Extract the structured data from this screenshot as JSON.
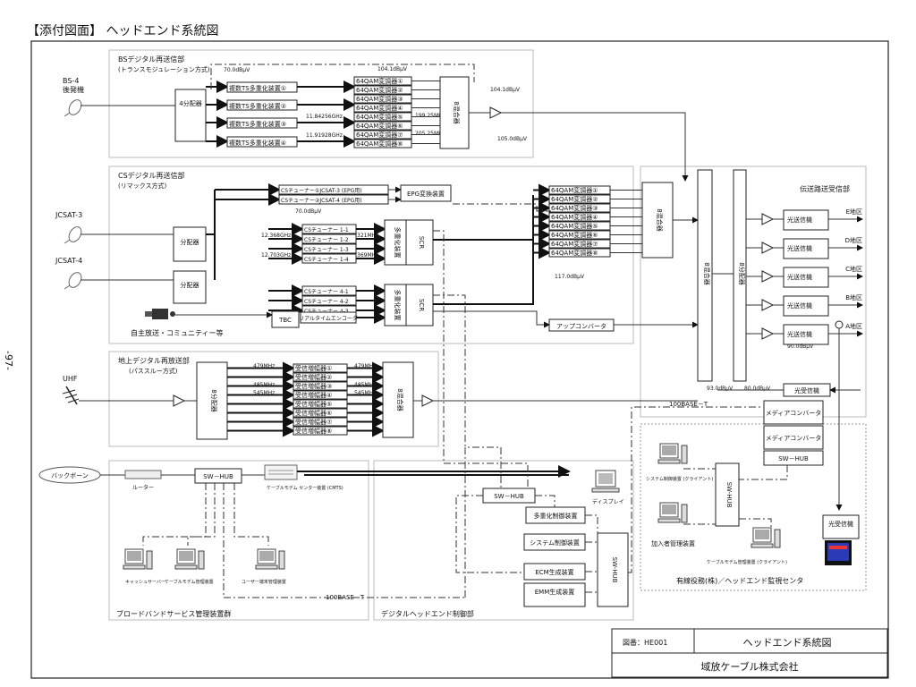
{
  "header": {
    "title": "【添付図面】 ヘッドエンド系統図"
  },
  "side_page_number": "-97-",
  "sections": {
    "bs": "BSデジタル再送信部",
    "bs_sub": "(トランスモジュレーション方式)",
    "cs": "CSデジタル再送信部",
    "cs_sub": "(リマックス方式)",
    "terr": "地上デジタル再放送部",
    "terr_sub": "(パススルー方式)",
    "trans": "伝送路送受信部",
    "broadband": "ブロードバンドサービス管理装置群",
    "digital_ctrl": "デジタルヘッドエンド制御部",
    "remote_center": "有線役務(株)／ヘッドエンド監視センタ"
  },
  "antennas": {
    "bs4": "BS-4",
    "bs4_sub": "後発機",
    "jcsat3": "JCSAT-3",
    "jcsat4": "JCSAT-4",
    "uhf": "UHF",
    "local": "自主放送・コミュニティー等"
  },
  "bs_part": {
    "splitter": "4分配器",
    "level_in": "70.0dBμV",
    "level_mod": "104.1dBμV",
    "level_out": "104.1dBμV",
    "level_amp": "105.0dBμV",
    "freq1": "11.84256GHz",
    "freq2": "11.91928GHz",
    "mhz1": "199.25MHz",
    "mhz2": "205.25MHz",
    "mux": [
      "複数TS多重化装置①",
      "複数TS多重化装置②",
      "複数TS多重化装置③",
      "複数TS多重化装置④"
    ],
    "qam": [
      "64QAM変調器①",
      "64QAM変調器②",
      "64QAM変調器③",
      "64QAM変調器④",
      "64QAM変調器⑤",
      "64QAM変調器⑥",
      "64QAM変調器⑦",
      "64QAM変調器⑧"
    ],
    "combiner": "8混合器"
  },
  "cs_part": {
    "splitter": "分配器",
    "epg_tuners": [
      "CSチューナー①JCSAT-3 (EPG用)",
      "CSチューナー②JCSAT-4 (EPG用)"
    ],
    "epg_conv": "EPG変換装置",
    "level_in": "70.0dBμV",
    "tuners1": [
      "CSチューナー 1-1",
      "CSチューナー 1-2",
      "CSチューナー 1-3",
      "CSチューナー 1-4"
    ],
    "tuners2": [
      "CSチューナー 4-1",
      "CSチューナー 4-2",
      "CSチューナー 4-3"
    ],
    "realtime_enc": "リアルタイムエンコーダ",
    "tbc": "TBC",
    "f1": "12.368GHz",
    "f2": "12.703GHz",
    "m1": "321MHz",
    "m2": "369MHz",
    "mux": "多重化装置",
    "scr": "SCR",
    "qam": [
      "64QAM変調器①",
      "64QAM変調器②",
      "64QAM変調器③",
      "64QAM変調器④",
      "64QAM変調器⑤",
      "64QAM変調器⑥",
      "64QAM変調器⑦",
      "64QAM変調器⑧"
    ],
    "combiner": "8混合器",
    "level_out": "117.0dBμV",
    "upconverter": "アップコンバータ"
  },
  "terr_part": {
    "splitter": "8分配器",
    "freqs_in": [
      "479MHz",
      "485MHz",
      "545MHz"
    ],
    "freqs_out": [
      "479MHz",
      "485MHz",
      "545MHz"
    ],
    "amps": [
      "受信増幅器①",
      "受信増幅器②",
      "受信増幅器③",
      "受信増幅器④",
      "受信増幅器⑤",
      "受信増幅器⑥",
      "受信増幅器⑦",
      "受信増幅器⑧"
    ],
    "combiner": "8混合器"
  },
  "transmission": {
    "combiner": "8混合器",
    "splitter": "8分配器",
    "opt_tx": "光送信機",
    "areas": [
      "E地区",
      "D地区",
      "C地区",
      "B地区",
      "A地区"
    ],
    "level_a": "93.0dBμV",
    "level_b": "80.0dBμV",
    "level_c": "90.0dBμV",
    "opt_rx": "光受信機"
  },
  "network": {
    "backbone": "バックボーン",
    "router": "ルーター",
    "sw_hub": "SW－HUB",
    "cmts": "ケーブルモデム センター装置 (CMTS)",
    "cash_server": "キャッシュサーバー",
    "modem_mgr": "ケーブルモデム管理装置",
    "user_term": "ユーザー端末管理装置",
    "base_t": "100BASE－T",
    "base_t2": "100BASE－T",
    "mux_ctrl": "多重化制御装置",
    "display": "ディスプレイ",
    "sys_ctrl": "システム制御装置",
    "ecm": "ECM生成装置",
    "emm": "EMM生成装置",
    "sw_hub_v": "SW-HUB",
    "media_conv": "メディアコンバータ",
    "client_sys": "システム制御装置 (クライアント)",
    "subscriber": "加入者管理装置",
    "client_modem": "ケーブルモデム管理装置 (クライアント)",
    "opt_rx": "光受信機"
  },
  "title_block": {
    "drawing_label": "図番：HE001",
    "drawing_title": "ヘッドエンド系統図",
    "company": "域放ケーブル株式会社"
  }
}
